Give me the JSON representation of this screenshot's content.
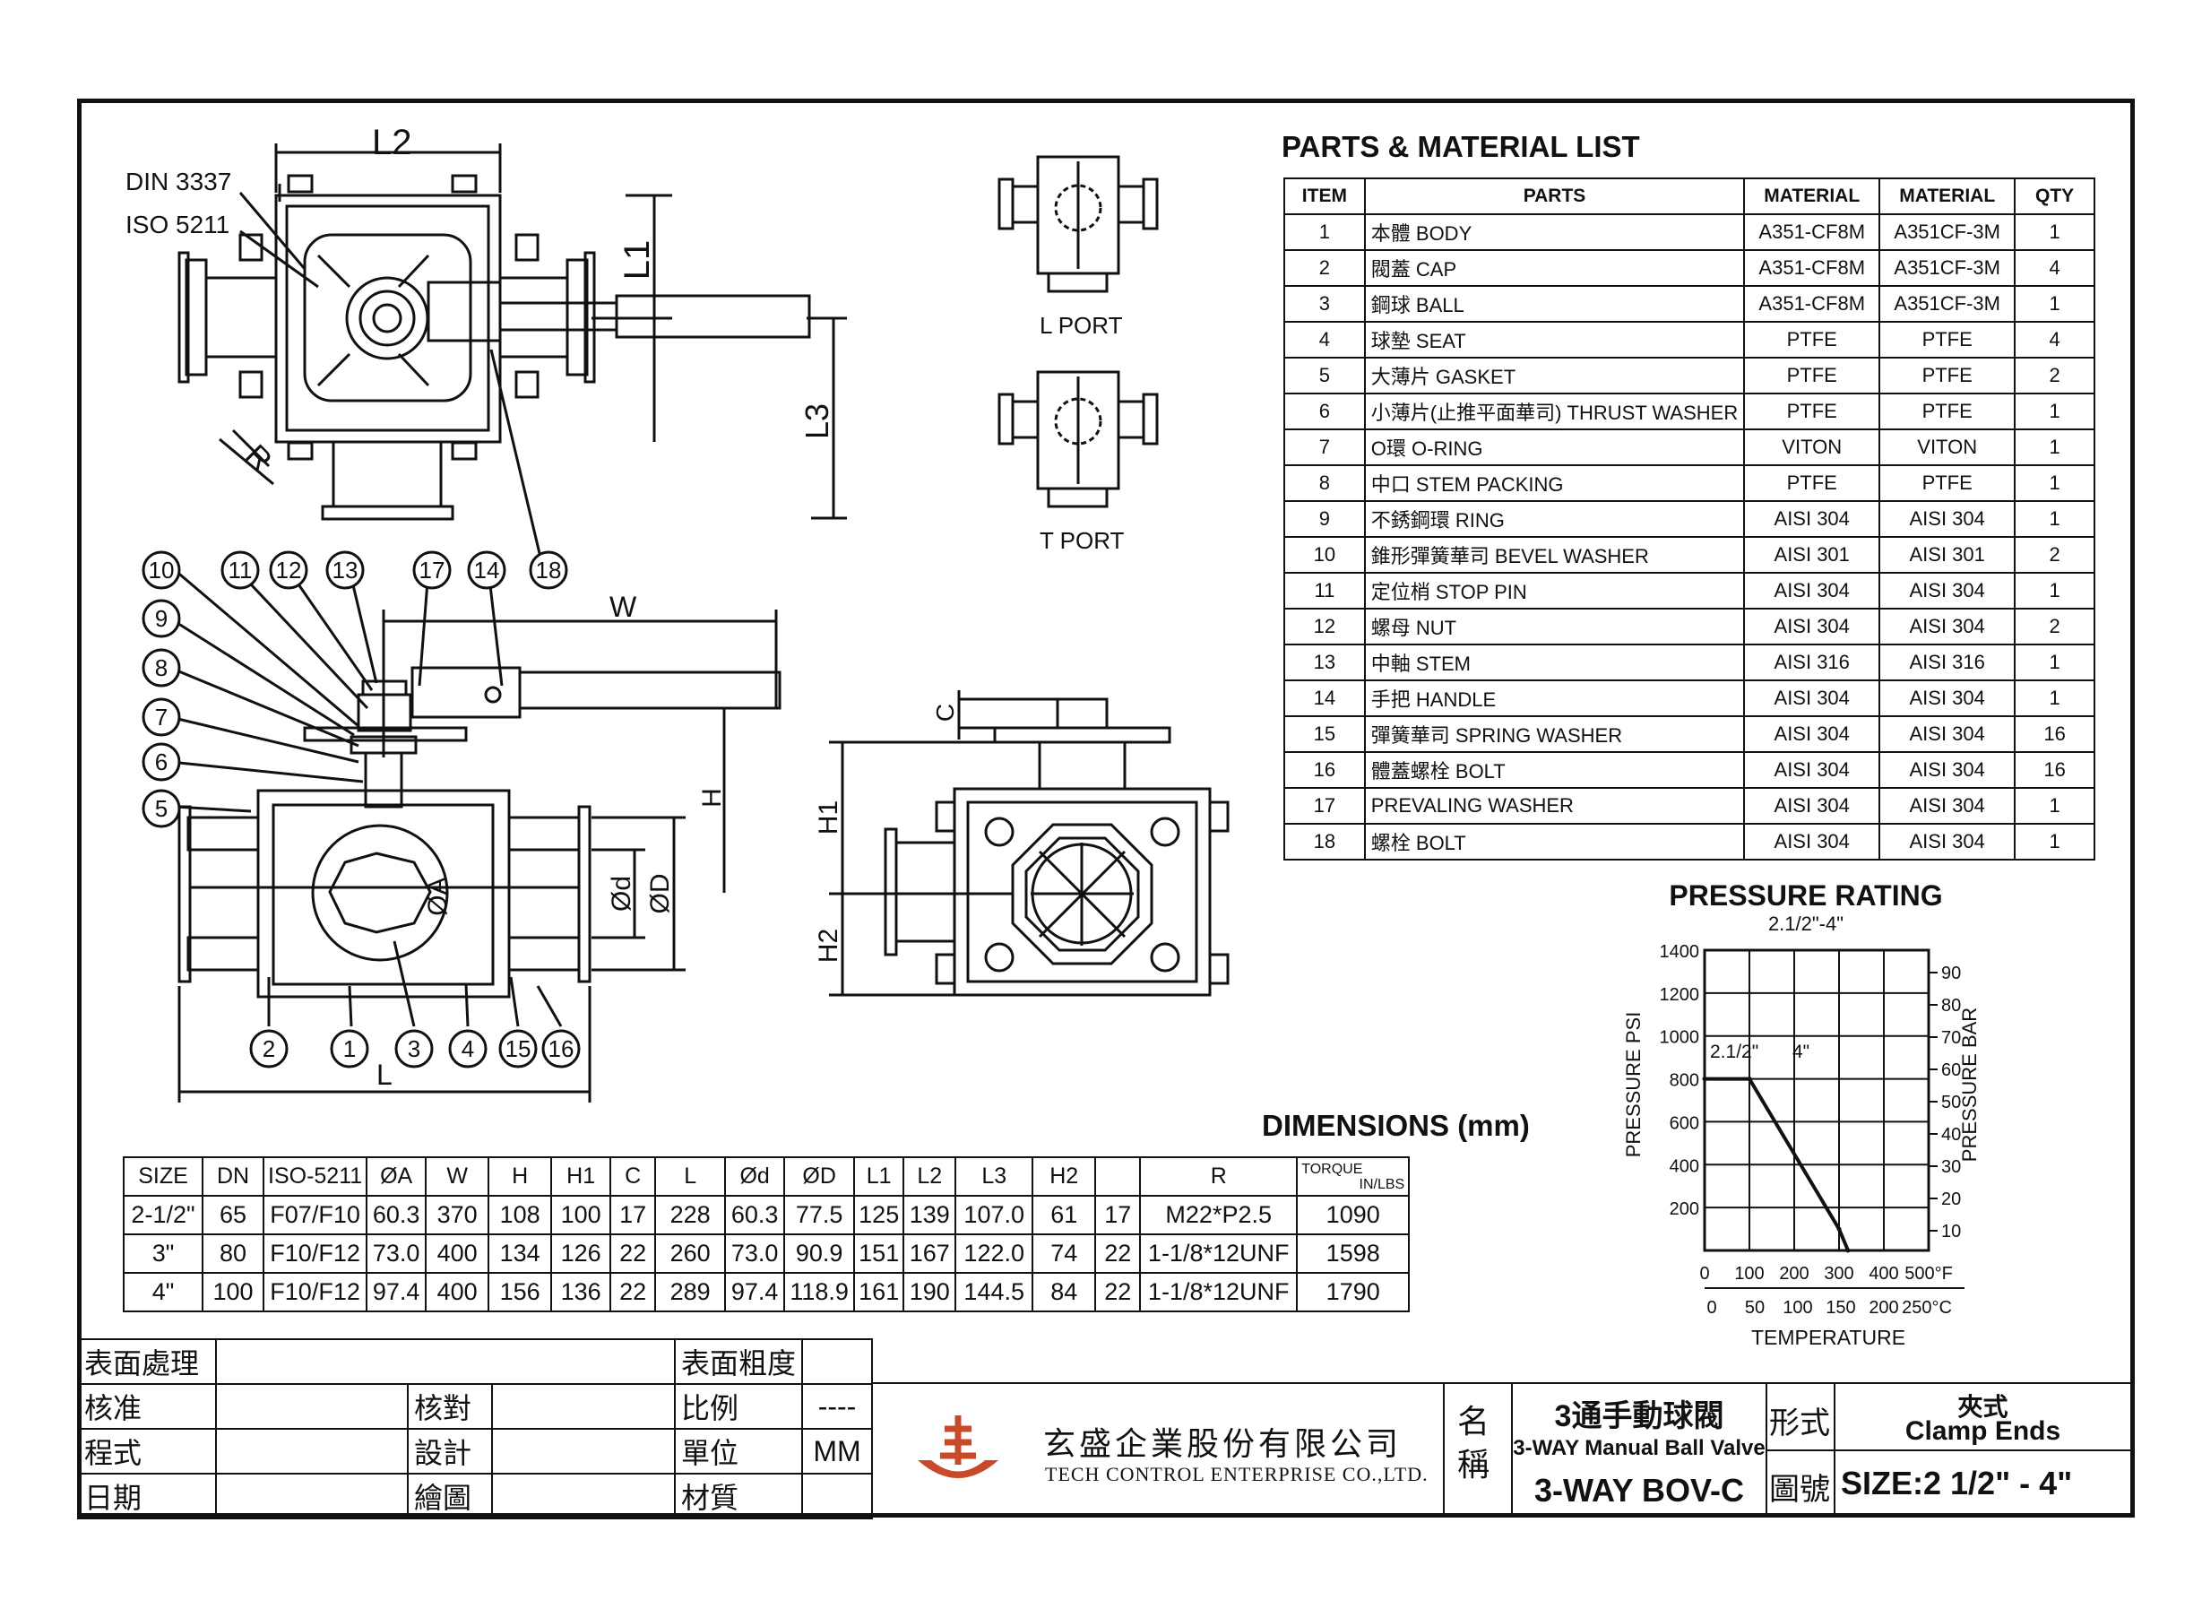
{
  "drawing": {
    "callouts": [
      "1",
      "2",
      "3",
      "4",
      "5",
      "6",
      "7",
      "8",
      "9",
      "10",
      "11",
      "12",
      "13",
      "14",
      "15",
      "16",
      "17",
      "18"
    ],
    "dim_labels": {
      "L2": "L2",
      "L1": "L1",
      "L3": "L3",
      "R": "R",
      "W": "W",
      "H": "H",
      "L": "L",
      "A": "ØA",
      "d": "Ød",
      "D": "ØD",
      "C": "C",
      "H1": "H1",
      "H2": "H2"
    },
    "flange_std_1": "DIN 3337",
    "flange_std_2": "ISO 5211",
    "l_port": "L PORT",
    "t_port": "T PORT"
  },
  "parts_list": {
    "title": "PARTS & MATERIAL LIST",
    "headers": [
      "ITEM",
      "PARTS",
      "MATERIAL",
      "MATERIAL",
      "QTY"
    ],
    "rows": [
      [
        "1",
        "本體 BODY",
        "A351-CF8M",
        "A351CF-3M",
        "1"
      ],
      [
        "2",
        "閥蓋 CAP",
        "A351-CF8M",
        "A351CF-3M",
        "4"
      ],
      [
        "3",
        "鋼球 BALL",
        "A351-CF8M",
        "A351CF-3M",
        "1"
      ],
      [
        "4",
        "球墊 SEAT",
        "PTFE",
        "PTFE",
        "4"
      ],
      [
        "5",
        "大薄片 GASKET",
        "PTFE",
        "PTFE",
        "2"
      ],
      [
        "6",
        "小薄片(止推平面華司) THRUST WASHER",
        "PTFE",
        "PTFE",
        "1"
      ],
      [
        "7",
        "O環 O-RING",
        "VITON",
        "VITON",
        "1"
      ],
      [
        "8",
        "中口 STEM PACKING",
        "PTFE",
        "PTFE",
        "1"
      ],
      [
        "9",
        "不銹鋼環 RING",
        "AISI 304",
        "AISI 304",
        "1"
      ],
      [
        "10",
        "錐形彈簧華司 BEVEL WASHER",
        "AISI 301",
        "AISI 301",
        "2"
      ],
      [
        "11",
        "定位梢 STOP PIN",
        "AISI 304",
        "AISI 304",
        "1"
      ],
      [
        "12",
        "螺母 NUT",
        "AISI 304",
        "AISI 304",
        "2"
      ],
      [
        "13",
        "中軸 STEM",
        "AISI 316",
        "AISI 316",
        "1"
      ],
      [
        "14",
        "手把 HANDLE",
        "AISI 304",
        "AISI 304",
        "1"
      ],
      [
        "15",
        "彈簧華司 SPRING WASHER",
        "AISI 304",
        "AISI 304",
        "16"
      ],
      [
        "16",
        "體蓋螺栓 BOLT",
        "AISI 304",
        "AISI 304",
        "16"
      ],
      [
        "17",
        "PREVALING WASHER",
        "AISI 304",
        "AISI 304",
        "1"
      ],
      [
        "18",
        "螺栓 BOLT",
        "AISI 304",
        "AISI 304",
        "1"
      ]
    ]
  },
  "pressure_chart": {
    "title": "PRESSURE RATING",
    "subtitle": "2.1/2\"-4\"",
    "ylabel_left": "PRESSURE PSI",
    "ylabel_right": "PRESSURE BAR",
    "xlabel": "TEMPERATURE",
    "psi_ticks": [
      "1400",
      "1200",
      "1000",
      "800",
      "600",
      "400",
      "200"
    ],
    "bar_ticks": [
      "90",
      "80",
      "70",
      "60",
      "50",
      "40",
      "30",
      "20",
      "10"
    ],
    "f_ticks": [
      "0",
      "100",
      "200",
      "300",
      "400",
      "500°F"
    ],
    "c_ticks": [
      "0",
      "50",
      "100",
      "150",
      "200",
      "250°C"
    ],
    "curve_label_1": "2.1/2\"",
    "curve_label_2": "4\""
  },
  "chart_data": {
    "type": "line",
    "title": "PRESSURE RATING",
    "subtitle": "2.1/2\"-4\"",
    "xlabel": "TEMPERATURE",
    "ylabel": "PRESSURE PSI",
    "xlim": [
      0,
      500
    ],
    "ylim": [
      0,
      1400
    ],
    "grid": true,
    "series": [
      {
        "name": "2.1/2\"-4\"",
        "x": [
          0,
          100,
          300,
          320
        ],
        "y": [
          800,
          800,
          100,
          0
        ]
      }
    ]
  },
  "dimensions": {
    "title": "DIMENSIONS (mm)",
    "headers": [
      "SIZE",
      "DN",
      "ISO-5211",
      "ØA",
      "W",
      "H",
      "H1",
      "C",
      "L",
      "Ød",
      "ØD",
      "L1",
      "L2",
      "L3",
      "H2",
      "",
      "R"
    ],
    "torque_header_1": "TORQUE",
    "torque_header_2": "IN/LBS",
    "rows": [
      [
        "2-1/2\"",
        "65",
        "F07/F10",
        "60.3",
        "370",
        "108",
        "100",
        "17",
        "228",
        "60.3",
        "77.5",
        "125",
        "139",
        "107.0",
        "61",
        "17",
        "M22*P2.5",
        "1090"
      ],
      [
        "3\"",
        "80",
        "F10/F12",
        "73.0",
        "400",
        "134",
        "126",
        "22",
        "260",
        "73.0",
        "90.9",
        "151",
        "167",
        "122.0",
        "74",
        "22",
        "1-1/8*12UNF",
        "1598"
      ],
      [
        "4\"",
        "100",
        "F10/F12",
        "97.4",
        "400",
        "156",
        "136",
        "22",
        "289",
        "97.4",
        "118.9",
        "161",
        "190",
        "144.5",
        "84",
        "22",
        "1-1/8*12UNF",
        "1790"
      ]
    ]
  },
  "title_block": {
    "surface_treatment": "表面處理",
    "surface_roughness": "表面粗度",
    "approve": "核准",
    "check": "核對",
    "scale": "比例",
    "scale_value": "----",
    "procedure": "程式",
    "design": "設計",
    "unit": "單位",
    "unit_value": "MM",
    "date": "日期",
    "drawn": "繪圖",
    "material": "材質",
    "company_cn": "玄盛企業股份有限公司",
    "company_en": "TECH CONTROL ENTERPRISE CO.,LTD.",
    "name_label": "名稱",
    "product_cn": "3通手動球閥",
    "product_en": "3-WAY Manual Ball Valve",
    "drawing_no": "3-WAY BOV-C",
    "type_label": "形式",
    "type_cn": "夾式",
    "type_en": "Clamp Ends",
    "drawing_no_label": "圖號",
    "size": "SIZE:2 1/2\" - 4\"",
    "logo_color": "#c94a2a"
  }
}
